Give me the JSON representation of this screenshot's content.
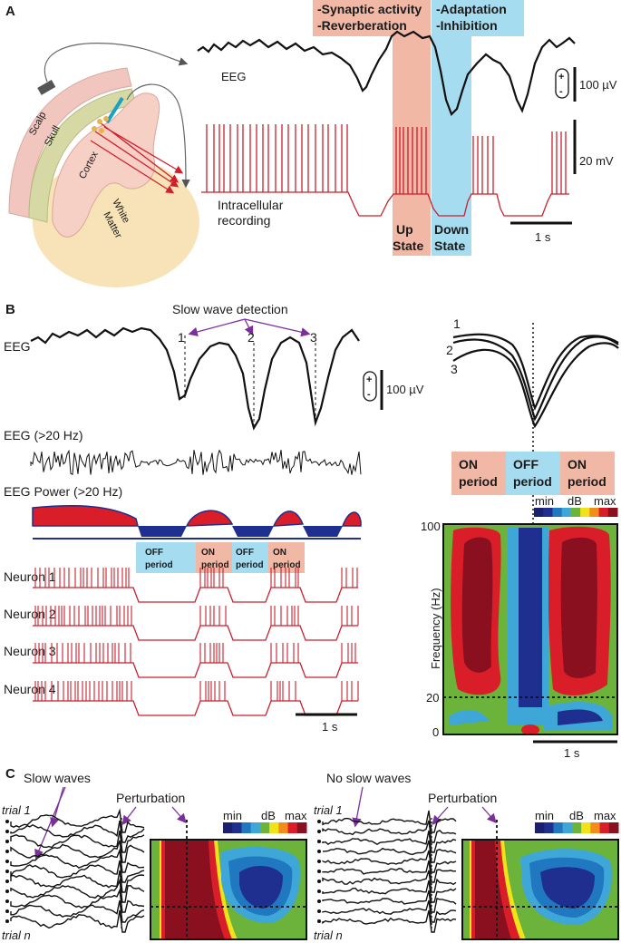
{
  "panel_a": {
    "letter": "A",
    "box_up_line1": "-Synaptic activity",
    "box_up_line2": "-Reverberation",
    "box_down_line1": "-Adaptation",
    "box_down_line2": "-Inhibition",
    "eeg_label": "EEG",
    "scale_uv": "100 µV",
    "scale_mv": "20 mV",
    "intracellular_line1": "Intracellular",
    "intracellular_line2": "recording",
    "up_state_line1": "Up",
    "up_state_line2": "State",
    "down_state_line1": "Down",
    "down_state_line2": "State",
    "time_scale": "1 s",
    "brain_labels": {
      "scalp": "Scalp",
      "skull": "Skull",
      "cortex": "Cortex",
      "white1": "White",
      "white2": "Matter"
    }
  },
  "panel_b": {
    "letter": "B",
    "title": "Slow wave detection",
    "eeg_label": "EEG",
    "markers": [
      "1",
      "2",
      "3"
    ],
    "scale_uv": "100 µV",
    "eeg_hf_label": "EEG (>20 Hz)",
    "eeg_power_label": "EEG Power (>20 Hz)",
    "periods": [
      {
        "line1": "OFF",
        "line2": "period"
      },
      {
        "line1": "ON",
        "line2": "period"
      },
      {
        "line1": "OFF",
        "line2": "period"
      },
      {
        "line1": "ON",
        "line2": "period"
      }
    ],
    "neurons": [
      "Neuron 1",
      "Neuron 2",
      "Neuron 3",
      "Neuron 4"
    ],
    "time_scale_left": "1 s",
    "overlay_labels": [
      "1",
      "2",
      "3"
    ],
    "big_periods": [
      {
        "line1": "ON",
        "line2": "period"
      },
      {
        "line1": "OFF",
        "line2": "period"
      },
      {
        "line1": "ON",
        "line2": "period"
      }
    ],
    "colorbar": {
      "min": "min",
      "unit": "dB",
      "max": "max"
    },
    "y_axis_label": "Frequency (Hz)",
    "y_ticks": [
      "100",
      "20",
      "0"
    ],
    "time_scale_right": "1 s"
  },
  "panel_c": {
    "letter": "C",
    "left_title": "Slow waves",
    "right_title": "No slow waves",
    "perturbation": "Perturbation",
    "trial_first": "trial 1",
    "trial_last": "trial n",
    "colorbar": {
      "min": "min",
      "unit": "dB",
      "max": "max"
    }
  },
  "colors": {
    "on_period": "#f2b8a6",
    "off_period": "#a6dcef",
    "spike_red": "#c8202e",
    "power_fill": "#d91e2a",
    "power_neg": "#1f2f8f"
  }
}
